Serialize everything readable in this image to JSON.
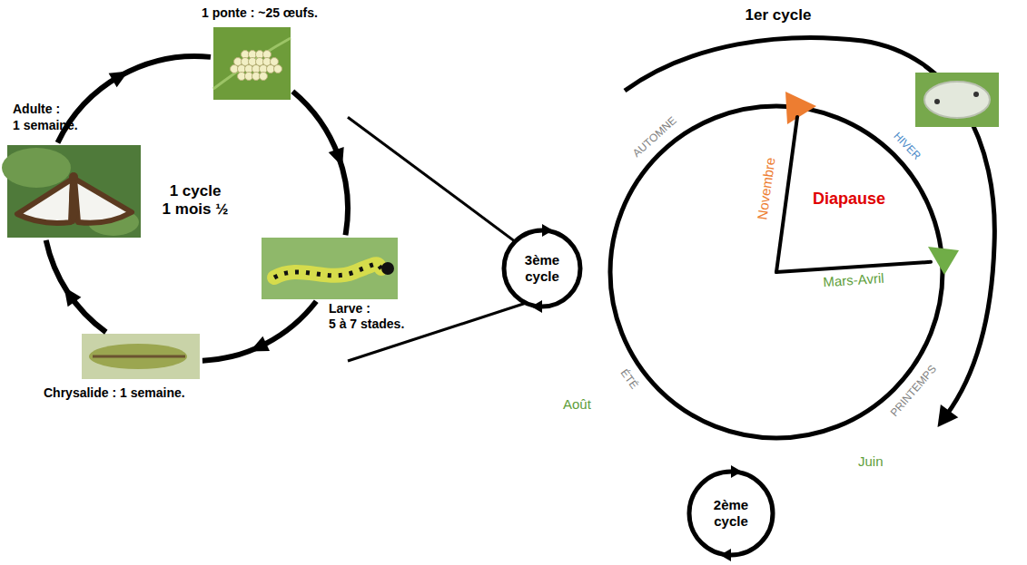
{
  "diagram": {
    "nodes": [
      {
        "text": [
          "1 cycle",
          "1 mois ½"
        ]
      },
      {
        "text": [
          "3ème cycle"
        ]
      },
      {
        "text": [
          "Diapause"
        ]
      },
      {
        "text": [
          "2ème cycle"
        ]
      }
    ],
    "edges": [
      {
        "from": 0,
        "to": 1,
        "arrow": "none"
      },
      {
        "from": 0,
        "to": 1,
        "arrow": "none"
      }
    ],
    "labels": [
      "1 ponte : ~25 œufs.",
      "Adulte :",
      "1 semaine.",
      "Larve :",
      "5 à 7 stades.",
      "Chrysalide : 1 semaine.",
      "1er cycle",
      "AUTOMNE",
      "HIVER",
      "Novembre",
      "Mars-Avril",
      "ÉTÉ",
      "PRINTEMPS",
      "Août",
      "Juin"
    ]
  }
}
